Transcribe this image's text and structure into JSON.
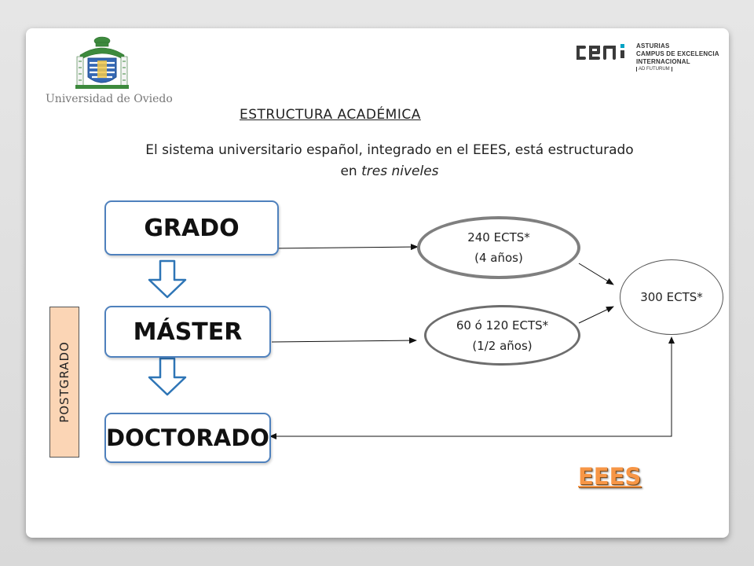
{
  "logos": {
    "university_name": "Universidad de Oviedo",
    "cei_lines": [
      "ASTURIAS",
      "CAMPUS DE EXCELENCIA",
      "INTERNACIONAL"
    ],
    "cei_tagline": "AD FUTURUM"
  },
  "heading": "ESTRUCTURA ACADÉMICA",
  "intro": {
    "line1": "El sistema universitario español, integrado en el EEES, está estructurado",
    "line2_prefix": "en ",
    "line2_emphasis": "tres niveles"
  },
  "levels": {
    "grado": "GRADO",
    "master": "MÁSTER",
    "doctorado": "DOCTORADO"
  },
  "side_label": "POSTGRADO",
  "credits": {
    "grado_line1": "240 ECTS*",
    "grado_line2": "(4 años)",
    "master_line1": "60 ó 120 ECTS*",
    "master_line2": "(1/2 años)",
    "total": "300 ECTS*"
  },
  "footer_label": "EEES",
  "colors": {
    "box_border": "#4f81bd",
    "down_arrow": "#2e75b6",
    "postgrado_fill": "#fbd5b5",
    "eees_text": "#f79646"
  }
}
